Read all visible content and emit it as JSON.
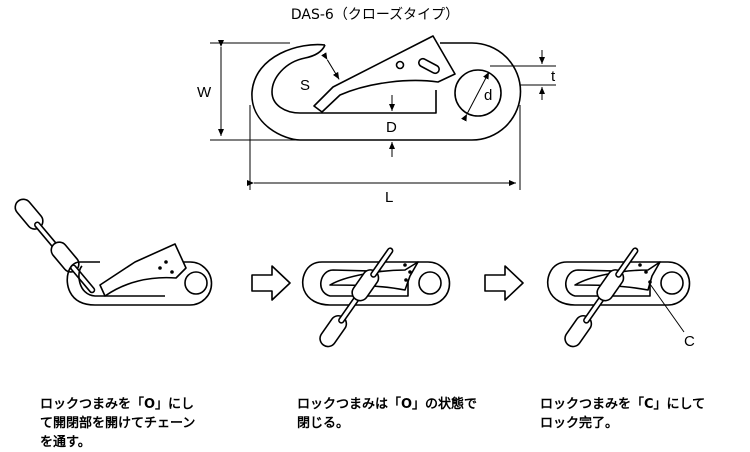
{
  "title": "DAS-6（クローズタイプ）",
  "dimension_labels": {
    "W": "W",
    "S": "S",
    "d": "d",
    "t": "t",
    "D": "D",
    "L": "L",
    "C": "C"
  },
  "steps": [
    {
      "caption": "ロックつまみを「O」にして開閉部を開けてチェーンを通す。",
      "line1": "ロックつまみを「O」にし",
      "line2": "て開閉部を開けてチェーン",
      "line3": "を通す。"
    },
    {
      "caption": "ロックつまみは「O」の状態で閉じる。",
      "line1": "ロックつまみは「O」の状態で",
      "line2": "閉じる。"
    },
    {
      "caption": "ロックつまみを「C」にしてロック完了。",
      "line1": "ロックつまみを「C」にして",
      "line2": "ロック完了。"
    }
  ]
}
